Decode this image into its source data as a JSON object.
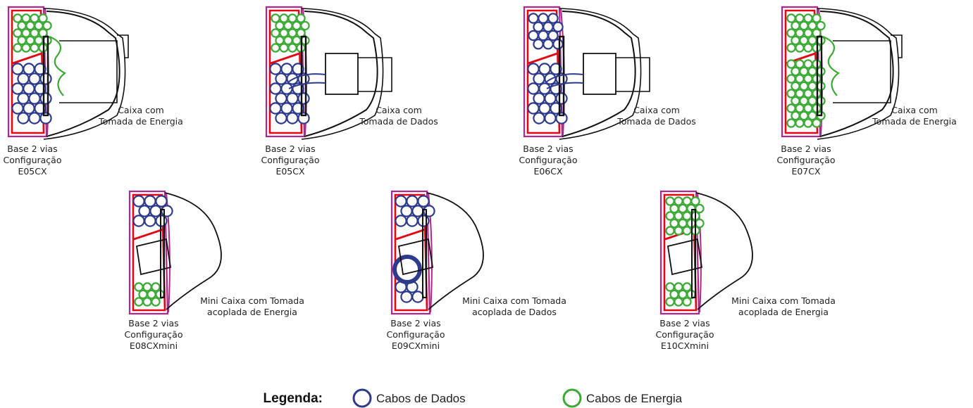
{
  "colors": {
    "data_cable": "#2e3a8c",
    "energy_cable": "#3aaa35",
    "base_red": "#e30613",
    "base_pink": "#b0278c",
    "outline": "#111111"
  },
  "large_units": [
    {
      "base": [
        "Base 2 vias",
        "Configuração",
        "E05CX"
      ],
      "caption": [
        "Caixa com",
        "Tomada de Energia"
      ],
      "top": "energy",
      "bottom": "data",
      "socket": "energy"
    },
    {
      "base": [
        "Base 2 vias",
        "Configuração",
        "E05CX"
      ],
      "caption": [
        "Caixa com",
        "Tomada de Dados"
      ],
      "top": "energy",
      "bottom": "data",
      "socket": "data"
    },
    {
      "base": [
        "Base 2 vias",
        "Configuração",
        "E06CX"
      ],
      "caption": [
        "Caixa com",
        "Tomada de Dados"
      ],
      "top": "data",
      "bottom": "data",
      "socket": "data"
    },
    {
      "base": [
        "Base 2 vias",
        "Configuração",
        "E07CX"
      ],
      "caption": [
        "Caixa com",
        "Tomada de Energia"
      ],
      "top": "energy",
      "bottom": "energy",
      "socket": "energy"
    }
  ],
  "mini_units": [
    {
      "base": [
        "Base 2 vias",
        "Configuração",
        "E08CXmini"
      ],
      "caption": [
        "Mini Caixa com Tomada",
        "acoplada de Energia"
      ],
      "top": "data",
      "bottom": "energy"
    },
    {
      "base": [
        "Base 2 vias",
        "Configuração",
        "E09CXmini"
      ],
      "caption": [
        "Mini Caixa com Tomada",
        "acoplada de Dados"
      ],
      "top": "data",
      "bottom": "data"
    },
    {
      "base": [
        "Base 2 vias",
        "Configuração",
        "E10CXmini"
      ],
      "caption": [
        "Mini Caixa com Tomada",
        "acoplada de Energia"
      ],
      "top": "energy",
      "bottom": "energy"
    }
  ],
  "legend": {
    "title": "Legenda:",
    "items": [
      {
        "label": "Cabos de Dados",
        "kind": "data"
      },
      {
        "label": "Cabos de Energia",
        "kind": "energy"
      }
    ]
  }
}
